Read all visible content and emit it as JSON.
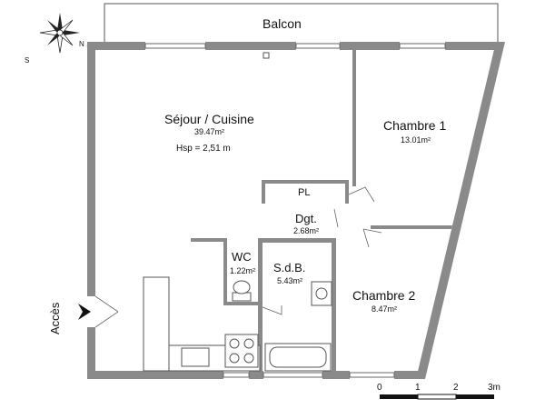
{
  "balcony": "Balcon",
  "entrance": "Accès",
  "compass": {
    "north": "N",
    "south": "S"
  },
  "rooms": {
    "sejour": {
      "name": "Séjour / Cuisine",
      "area": "39.47m²",
      "hsp": "Hsp =  2,51 m"
    },
    "chambre1": {
      "name": "Chambre 1",
      "area": "13.01m²"
    },
    "chambre2": {
      "name": "Chambre 2",
      "area": "8.47m²"
    },
    "pl": {
      "name": "PL"
    },
    "dgt": {
      "name": "Dgt.",
      "area": "2.68m²"
    },
    "wc": {
      "name": "WC",
      "area": "1.22m²"
    },
    "sdb": {
      "name": "S.d.B.",
      "area": "5.43m²"
    }
  },
  "scale": {
    "labels": [
      "0",
      "1",
      "2",
      "3m"
    ]
  }
}
